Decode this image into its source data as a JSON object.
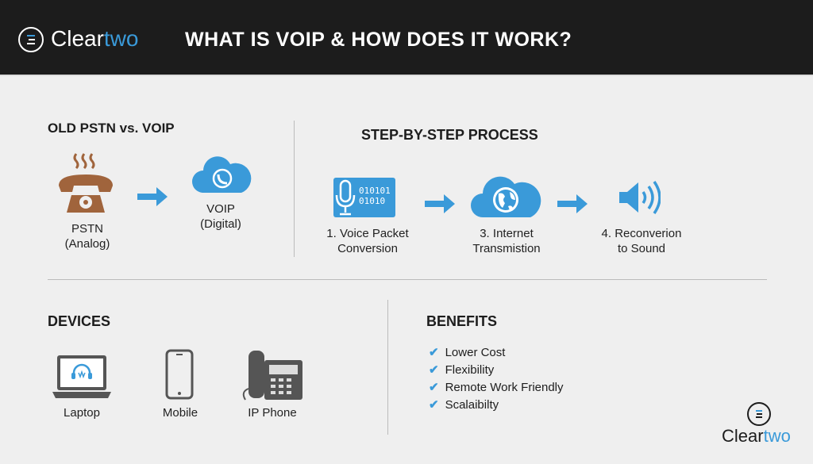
{
  "header": {
    "brand_main": "Clear",
    "brand_accent": "two",
    "title": "WHAT IS VOIP & HOW DOES IT WORK?"
  },
  "comparison": {
    "heading": "OLD PSTN vs. VOIP",
    "pstn_line1": "PSTN",
    "pstn_line2": "(Analog)",
    "voip_line1": "VOIP",
    "voip_line2": "(Digital)"
  },
  "process": {
    "heading": "STEP-BY-STEP PROCESS",
    "binary_line1": "010101",
    "binary_line2": "01010",
    "steps": [
      {
        "line1": "1. Voice Packet",
        "line2": "Conversion"
      },
      {
        "line1": "3. Internet",
        "line2": "Transmistion"
      },
      {
        "line1": "4. Reconverion",
        "line2": "to Sound"
      }
    ]
  },
  "devices": {
    "heading": "DEVICES",
    "items": [
      "Laptop",
      "Mobile",
      "IP Phone"
    ]
  },
  "benefits": {
    "heading": "BENEFITS",
    "items": [
      "Lower Cost",
      "Flexibility",
      "Remote Work Friendly",
      "Scalaibilty"
    ]
  },
  "footer": {
    "brand_main": "Clear",
    "brand_accent": "two"
  },
  "colors": {
    "accent": "#3a9ad9",
    "header_bg": "#1c1c1c",
    "phone": "#a0643c"
  }
}
